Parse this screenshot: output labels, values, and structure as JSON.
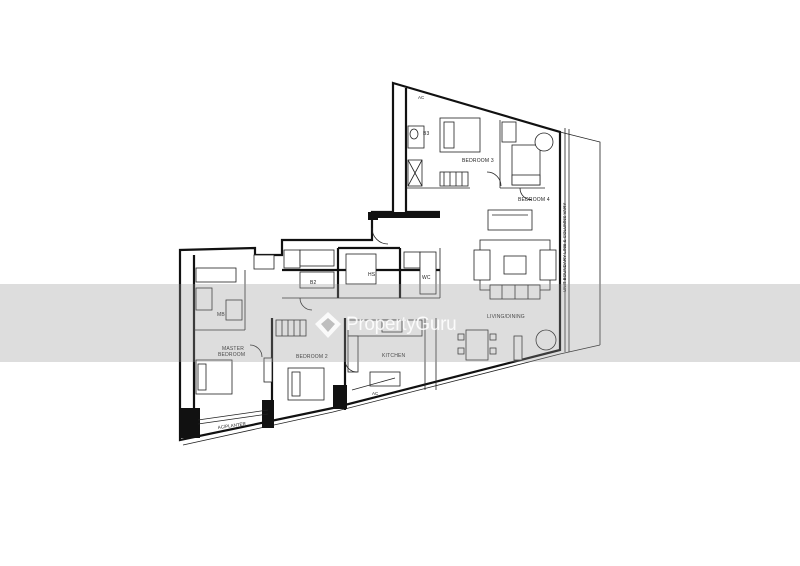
{
  "rooms": {
    "bedroom3": "BEDROOM 3",
    "bedroom4": "BEDROOM 4",
    "bedroom2": "BEDROOM 2",
    "master_line1": "MASTER",
    "master_line2": "BEDROOM",
    "living": "LIVING/DINING",
    "kitchen": "KITCHEN",
    "b3": "B3",
    "b2": "B2",
    "mb": "MB",
    "wc": "WC",
    "hs": "HS",
    "ac_top": "AC",
    "ac_kitchen": "AC",
    "ac_planter": "AC/PLANTER"
  },
  "boundary_note": "UNIT BOUNDARY LINE & COLUMNS VARY",
  "watermark": {
    "brand": "PropertyGuru",
    "logo_icon": "propertyguru-logo-icon"
  }
}
